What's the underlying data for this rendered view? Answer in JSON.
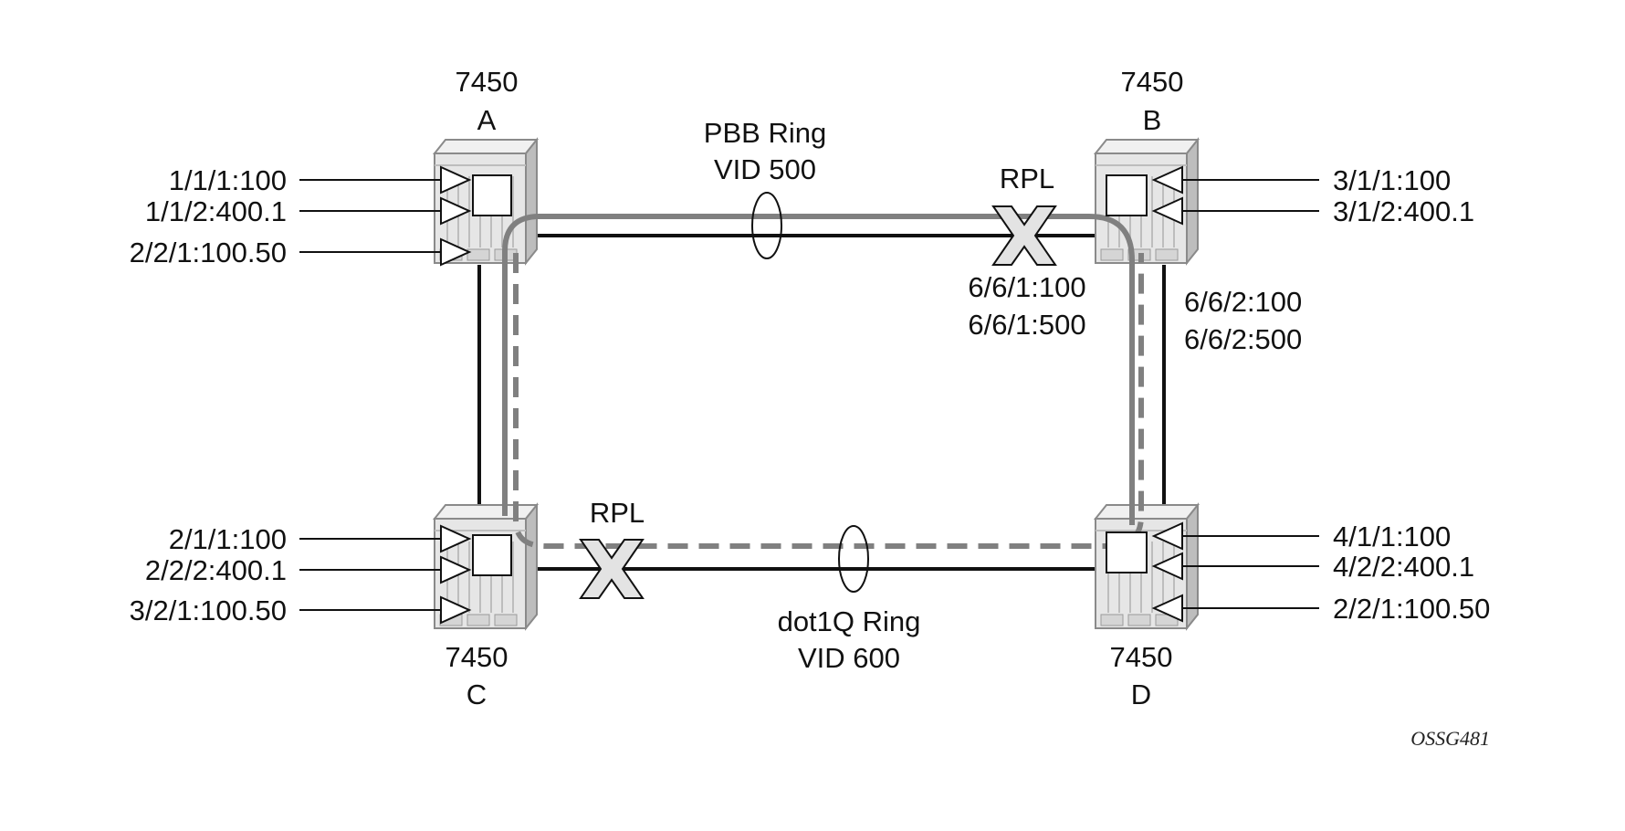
{
  "nodes": {
    "a": {
      "model": "7450",
      "name": "A"
    },
    "b": {
      "model": "7450",
      "name": "B"
    },
    "c": {
      "model": "7450",
      "name": "C"
    },
    "d": {
      "model": "7450",
      "name": "D"
    }
  },
  "saps": {
    "a": [
      "1/1/1:100",
      "1/1/2:400.1",
      "2/2/1:100.50"
    ],
    "b": [
      "3/1/1:100",
      "3/1/2:400.1"
    ],
    "c": [
      "2/1/1:100",
      "2/2/2:400.1",
      "3/2/1:100.50"
    ],
    "d": [
      "4/1/1:100",
      "4/2/2:400.1",
      "2/2/1:100.50"
    ]
  },
  "rings": {
    "pbb": {
      "name": "PBB Ring",
      "vid": "VID 500",
      "color": "#808080",
      "style": "solid"
    },
    "dot1q": {
      "name": "dot1Q Ring",
      "vid": "VID 600",
      "color": "#808080",
      "style": "dashed"
    }
  },
  "rpl": {
    "top": {
      "label": "RPL",
      "ports": [
        "6/6/1:100",
        "6/6/1:500"
      ]
    },
    "bottom": {
      "label": "RPL"
    }
  },
  "b_d_ports": [
    "6/6/2:100",
    "6/6/2:500"
  ],
  "figure_id": "OSSG481"
}
